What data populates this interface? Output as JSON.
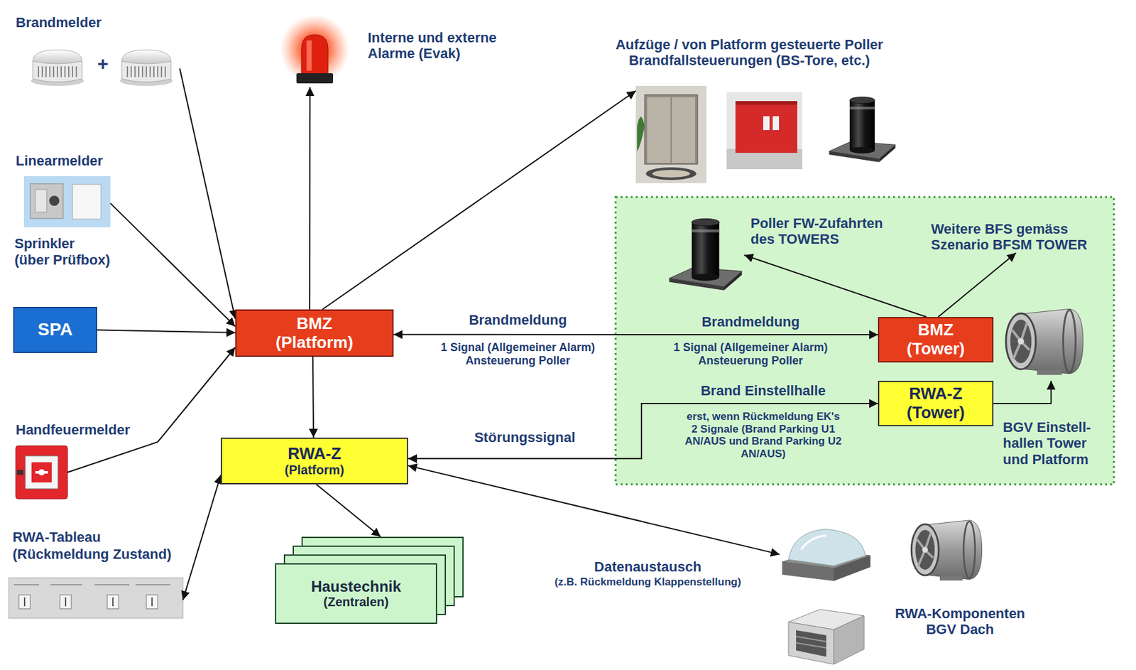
{
  "diagram": {
    "nodes": [
      {
        "text": [
          "Brandmelder"
        ]
      },
      {
        "text": [
          "Linearmelder",
          "Sprinkler",
          "(über Prüfbox)"
        ]
      },
      {
        "text": [
          "SPA"
        ]
      },
      {
        "text": [
          "BMZ",
          "(Platform)"
        ]
      },
      {
        "text": [
          "Handfeuermelder"
        ]
      },
      {
        "text": [
          "Interne und externe Alarme (Evak)"
        ]
      },
      {
        "text": [
          "Aufzüge / von Platform gesteuerte Poller Brandfallsteuerungen (BS-Tore, etc.)"
        ]
      },
      {
        "text": [
          "Poller FW-Zufahrten des TOWERS"
        ]
      },
      {
        "text": [
          "Weitere BFS gemäss Szenario BFSM TOWER"
        ]
      },
      {
        "text": [
          "BMZ",
          "(Tower)"
        ]
      },
      {
        "text": [
          "RWA-Z",
          "(Tower)"
        ]
      },
      {
        "text": [
          "BGV Einstell- hallen Tower und Platform"
        ]
      },
      {
        "text": [
          "RWA-Z",
          "(Platform)"
        ]
      },
      {
        "text": [
          "RWA-Tableau",
          "(Rückmeldung Zustand)"
        ]
      },
      {
        "text": [
          "Haustechnik",
          "(Zentralen)"
        ]
      },
      {
        "text": [
          "RWA-Komponenten BGV Dach"
        ]
      }
    ],
    "edges": [
      {
        "from": 0,
        "to": 3,
        "arrow": "to"
      },
      {
        "from": 1,
        "to": 3,
        "arrow": "to"
      },
      {
        "from": 2,
        "to": 3,
        "arrow": "to"
      },
      {
        "from": 4,
        "to": 3,
        "arrow": "to"
      },
      {
        "from": 3,
        "to": 5,
        "arrow": "to"
      },
      {
        "from": 3,
        "to": 6,
        "arrow": "to"
      },
      {
        "from": 3,
        "to": 9,
        "label": "Brandmeldung",
        "arrow": "both"
      },
      {
        "from": 3,
        "to": 12,
        "arrow": "to"
      },
      {
        "from": 12,
        "to": 10,
        "label": "Störungssignal",
        "arrow": "both"
      },
      {
        "from": 9,
        "to": 7,
        "arrow": "to"
      },
      {
        "from": 9,
        "to": 8,
        "arrow": "to"
      },
      {
        "from": 10,
        "to": 11,
        "arrow": "to"
      },
      {
        "from": 12,
        "to": 14,
        "arrow": "to"
      },
      {
        "from": 12,
        "to": 13,
        "arrow": "both"
      },
      {
        "from": 12,
        "to": 15,
        "label": "Datenaustausch",
        "arrow": "both"
      }
    ],
    "labels": [
      "+",
      "1 Signal (Allgemeiner Alarm) Ansteuerung Poller",
      "Brandmeldung",
      "1 Signal (Allgemeiner Alarm) Ansteuerung Poller",
      "Brand Einstellhalle",
      "erst, wenn Rückmeldung EK's 2 Signale (Brand Parking U1 AN/AUS und Brand Parking U2 AN/AUS)",
      "(z.B. Rückmeldung Klappenstellung)"
    ]
  }
}
